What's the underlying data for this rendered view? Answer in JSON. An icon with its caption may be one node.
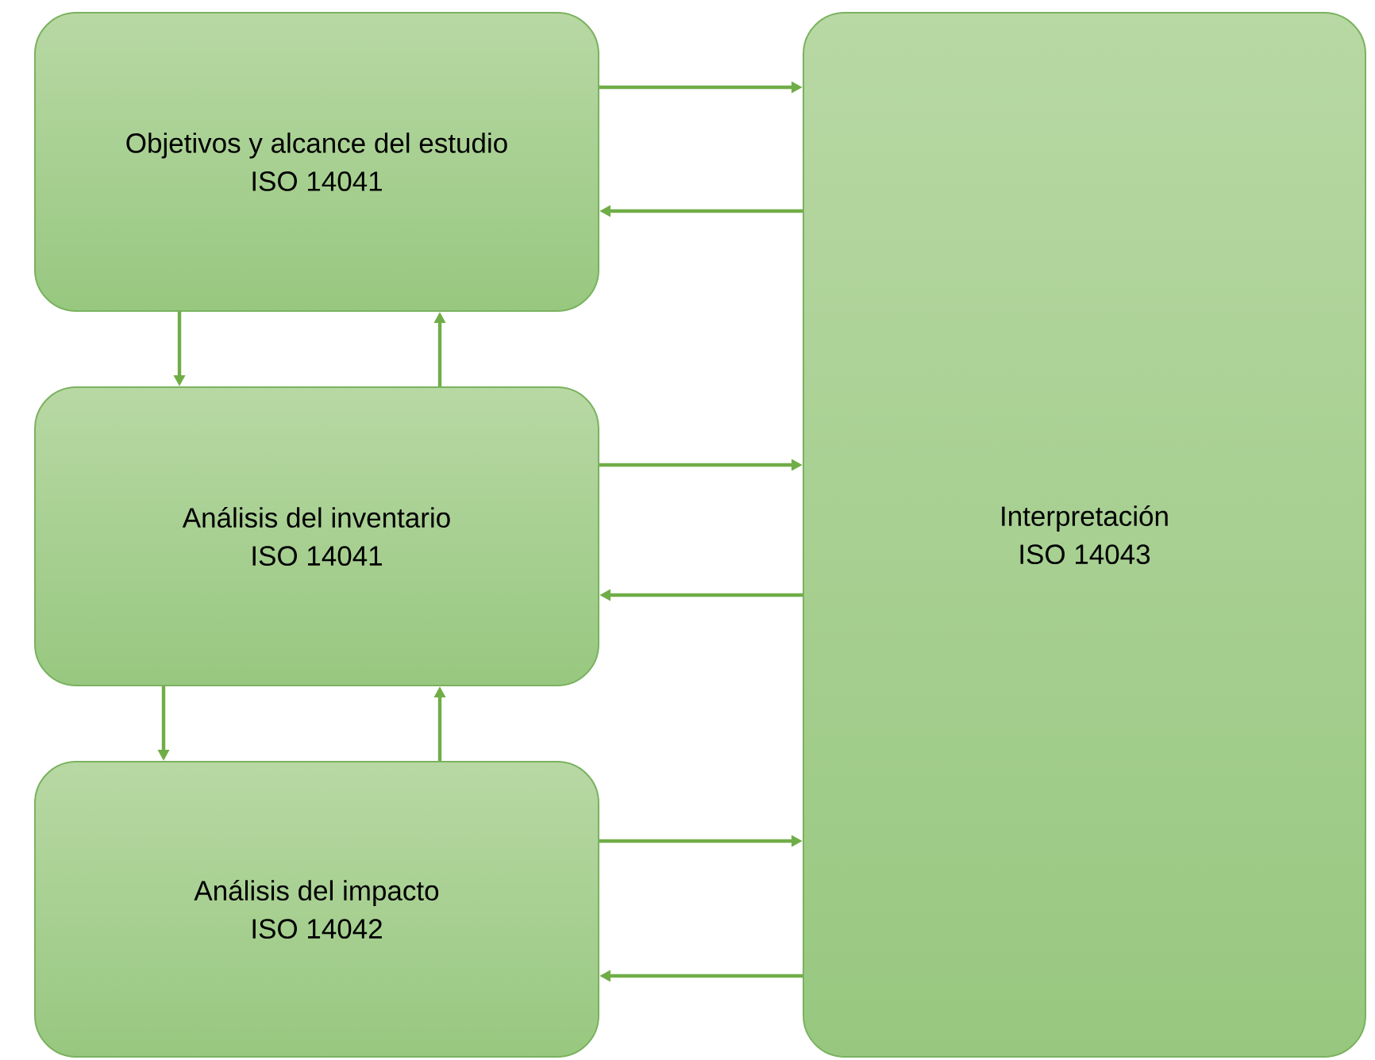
{
  "diagram": {
    "nodes": [
      {
        "text": [
          "Objetivos y alcance del estudio",
          "ISO 14041"
        ]
      },
      {
        "text": [
          "Análisis del inventario",
          "ISO 14041"
        ]
      },
      {
        "text": [
          "Análisis del impacto",
          "ISO 14042"
        ]
      },
      {
        "text": [
          "Interpretación",
          "ISO 14043"
        ]
      }
    ],
    "edges": [
      {
        "from": 0,
        "to": 3,
        "arrow": "to"
      },
      {
        "from": 3,
        "to": 0,
        "arrow": "to"
      },
      {
        "from": 0,
        "to": 1,
        "arrow": "to"
      },
      {
        "from": 1,
        "to": 0,
        "arrow": "to"
      },
      {
        "from": 1,
        "to": 3,
        "arrow": "to"
      },
      {
        "from": 3,
        "to": 1,
        "arrow": "to"
      },
      {
        "from": 1,
        "to": 2,
        "arrow": "to"
      },
      {
        "from": 2,
        "to": 1,
        "arrow": "to"
      },
      {
        "from": 2,
        "to": 3,
        "arrow": "to"
      },
      {
        "from": 3,
        "to": 2,
        "arrow": "to"
      }
    ]
  }
}
